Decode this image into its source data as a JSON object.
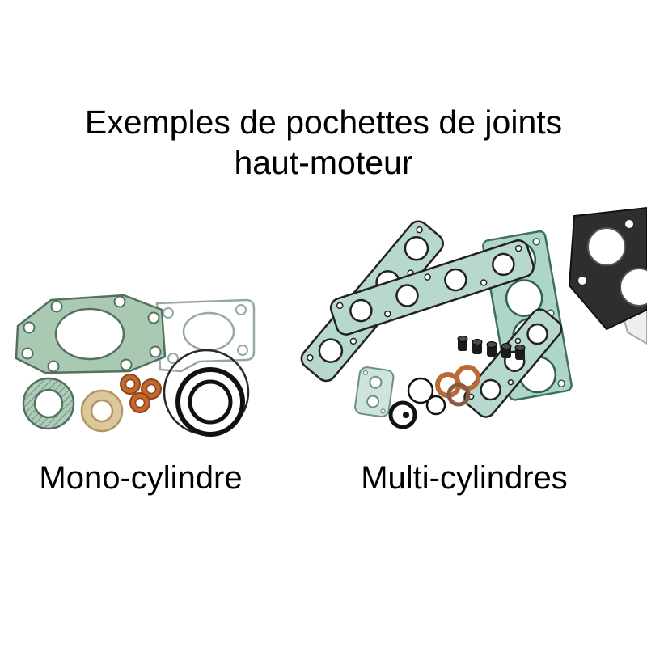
{
  "title": {
    "line1": "Exemples de pochettes de joints",
    "line2": "haut-moteur"
  },
  "figures": {
    "left_label": "Mono-cylindre",
    "right_label": "Multi-cylindres"
  },
  "colors": {
    "gasket_green": "#a9c9b3",
    "gasket_teal": "#b7d9cd",
    "gasket_teal_dark": "#aed6c8",
    "copper": "#c2672e",
    "washer_tan": "#dbc89d",
    "seal_black": "#111111",
    "dark_gasket": "#2e2e2e"
  }
}
